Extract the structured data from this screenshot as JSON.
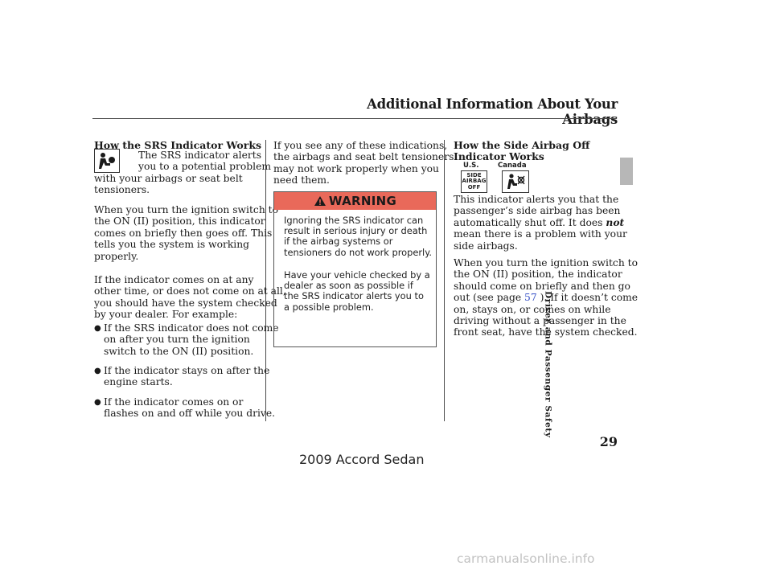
{
  "header": {
    "title": "Additional Information About Your Airbags"
  },
  "left_column": {
    "heading": "How the SRS Indicator Works",
    "intro_1": "The SRS indicator alerts",
    "intro_2": "you to a potential problem",
    "intro_3": "with your airbags or seat belt",
    "intro_4": "tensioners.",
    "para2": [
      "When you turn the ignition switch to",
      "the ON (II) position, this indicator",
      "comes on briefly then goes off. This",
      "tells you the system is working",
      "properly."
    ],
    "para3": [
      "If the indicator comes on at any",
      "other time, or does not come on at all,",
      "you should have the system checked",
      "by your dealer. For example:"
    ],
    "bullets": [
      [
        "If the SRS indicator does not come",
        "on after you turn the ignition",
        "switch to the ON (II) position."
      ],
      [
        "If the indicator stays on after the",
        "engine starts."
      ],
      [
        "If the indicator comes on or",
        "flashes on and off while you drive."
      ]
    ]
  },
  "middle_column": {
    "para1": [
      "If you see any of these indications,",
      "the airbags and seat belt tensioners",
      "may not work properly when you",
      "need them."
    ],
    "warning": {
      "label": "WARNING",
      "text1": [
        "Ignoring the SRS indicator can",
        "result in serious injury or death",
        "if the airbag systems or",
        "tensioners do not work properly."
      ],
      "text2": [
        "Have your vehicle checked by a",
        "dealer as soon as possible if",
        "the SRS indicator alerts you to",
        "a possible problem."
      ]
    }
  },
  "right_column": {
    "heading_1": "How the Side Airbag Off",
    "heading_2": "Indicator Works",
    "us_label": "U.S.",
    "canada_label": "Canada",
    "us_icon_text": [
      "SIDE",
      "AIRBAG",
      "OFF"
    ],
    "para1_line1": "This indicator alerts you that the",
    "para1_line2": "passenger’s side airbag has been",
    "para1_line3a": "automatically shut off. It does ",
    "para1_not": "not",
    "para1_line4": "mean there is a problem with your",
    "para1_line5": "side airbags.",
    "para2_line1": "When you turn the ignition switch to",
    "para2_line2": "the ON (II) position, the indicator",
    "para2_line3": "should come on briefly and then go",
    "para2_line4a": "out (see page ",
    "para2_page": "57",
    "para2_line4b": " ). If it doesn’t come",
    "para2_rest": [
      "on, stays on, or comes on while",
      "driving without a passenger in the",
      "front seat, have the system checked."
    ]
  },
  "side_tab": {
    "label": "Driver and Passenger Safety"
  },
  "footer": {
    "page_number": "29",
    "model": "2009  Accord  Sedan",
    "watermark": "carmanualsonline.info"
  },
  "colors": {
    "warning_banner": "#e9695a",
    "page_link": "#3b55c8",
    "side_tab": "#b7b7b7"
  }
}
